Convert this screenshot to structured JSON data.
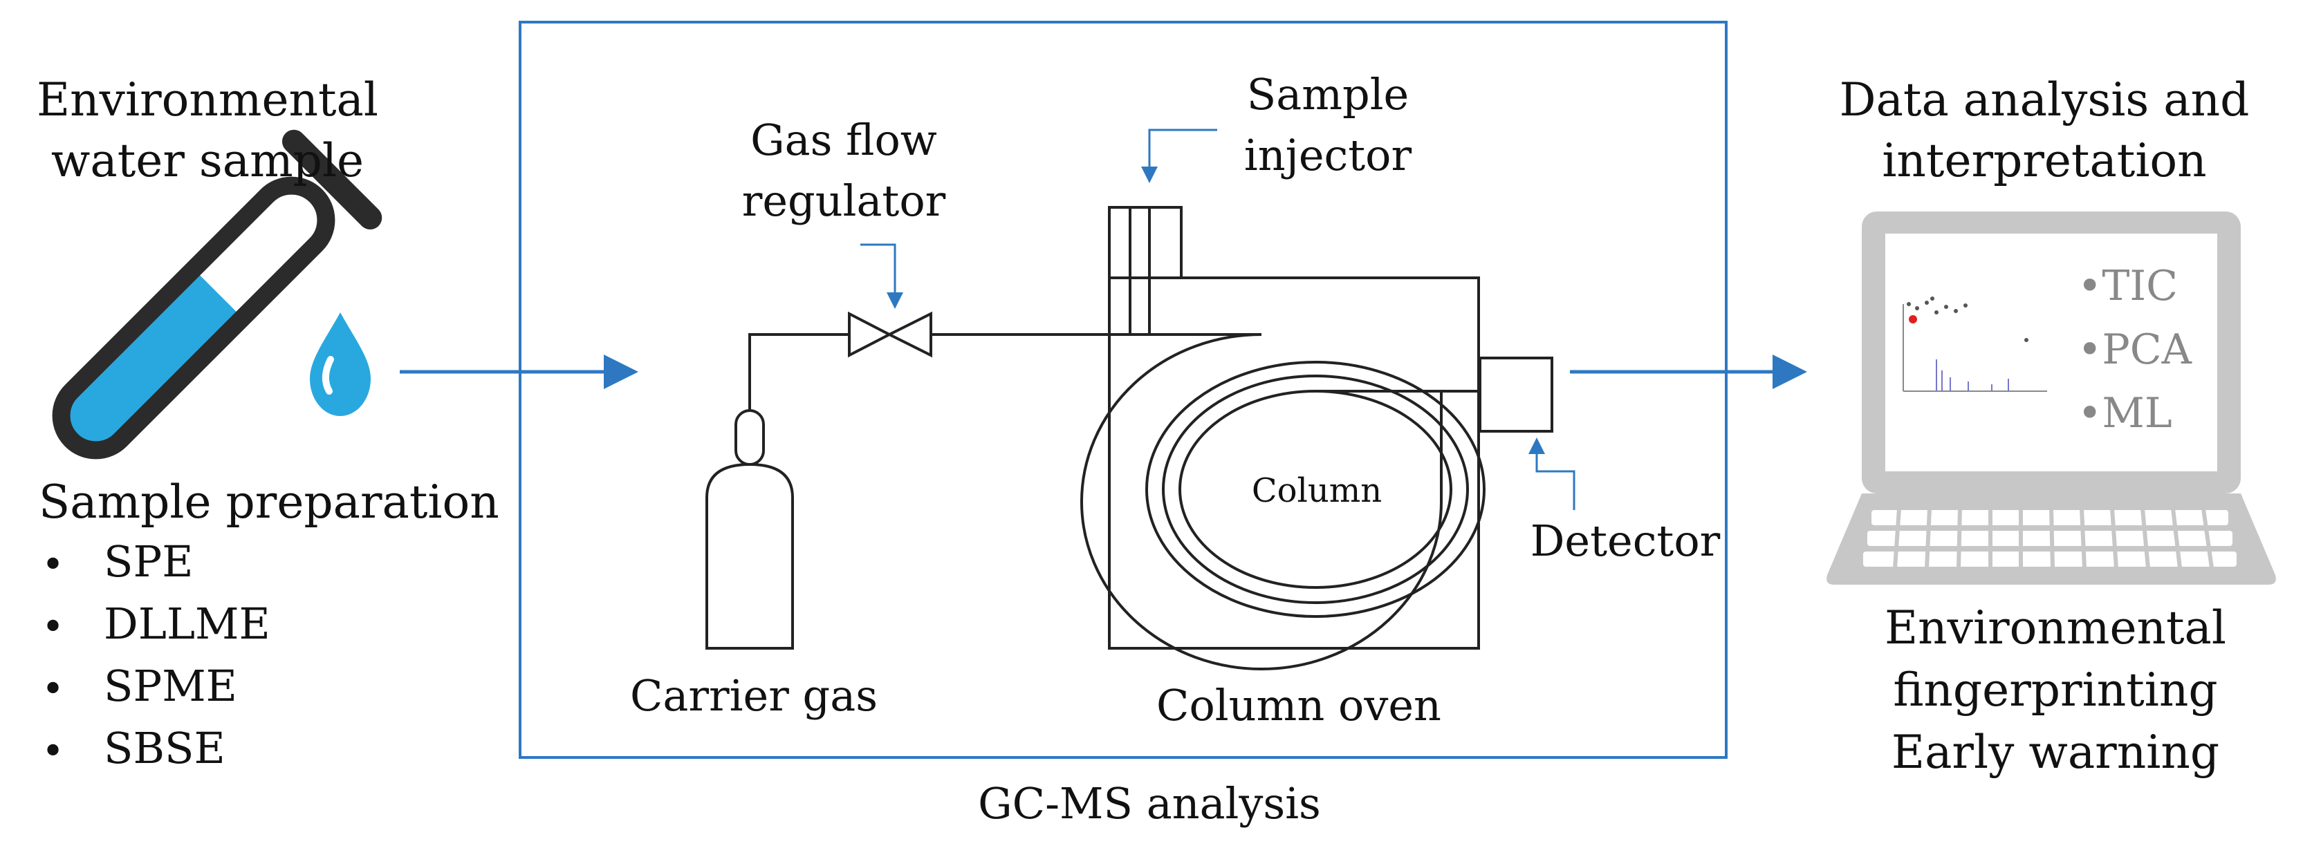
{
  "sample": {
    "title_line1": "Environmental",
    "title_line2": "water sample",
    "prep_title": "Sample preparation",
    "bullet": "•",
    "methods": [
      "SPE",
      "DLLME",
      "SPME",
      "SBSE"
    ]
  },
  "gcms": {
    "label": "GC-MS analysis",
    "gas_flow_line1": "Gas flow",
    "gas_flow_line2": "regulator",
    "injector_line1": "Sample",
    "injector_line2": "injector",
    "carrier_gas": "Carrier gas",
    "column": "Column",
    "column_oven": "Column oven",
    "detector": "Detector"
  },
  "analysis": {
    "title_line1": "Data analysis and",
    "title_line2": "interpretation",
    "screen_items": [
      "•TIC",
      "•PCA",
      "•ML"
    ],
    "outcome_line1": "Environmental",
    "outcome_line2": "fingerprinting",
    "outcome_line3": "Early warning"
  },
  "colors": {
    "accent_blue": "#2e78c2",
    "water_blue": "#29a8e0",
    "dark": "#2b2b2b",
    "laptop_gray": "#c7c7c7"
  }
}
